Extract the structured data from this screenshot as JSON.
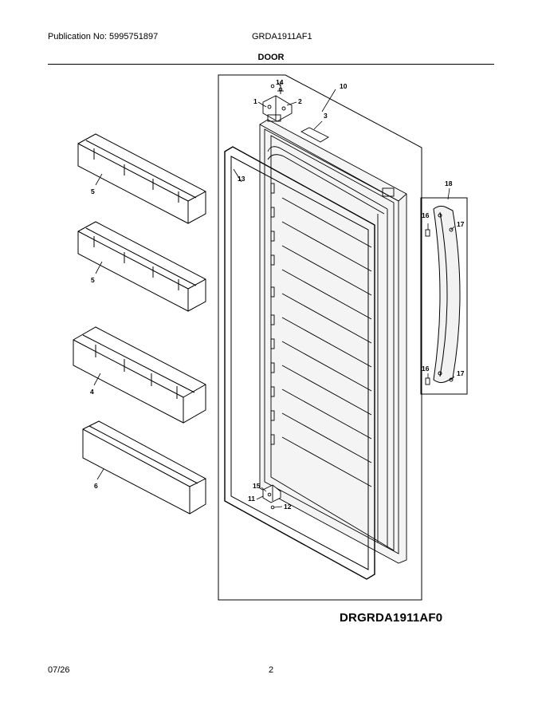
{
  "header": {
    "publication": "Publication No: 5995751897",
    "model": "GRDA1911AF1"
  },
  "section_title": "DOOR",
  "drawing_id": "DRGRDA1911AF0",
  "footer": {
    "date": "07/26",
    "page": "2"
  },
  "callouts": {
    "c1": "1",
    "c2": "2",
    "c3": "3",
    "c4": "4",
    "c5a": "5",
    "c5b": "5",
    "c6": "6",
    "c10": "10",
    "c11": "11",
    "c12": "12",
    "c13": "13",
    "c14": "14",
    "c15": "15",
    "c16a": "16",
    "c16b": "16",
    "c17a": "17",
    "c17b": "17",
    "c18": "18"
  }
}
